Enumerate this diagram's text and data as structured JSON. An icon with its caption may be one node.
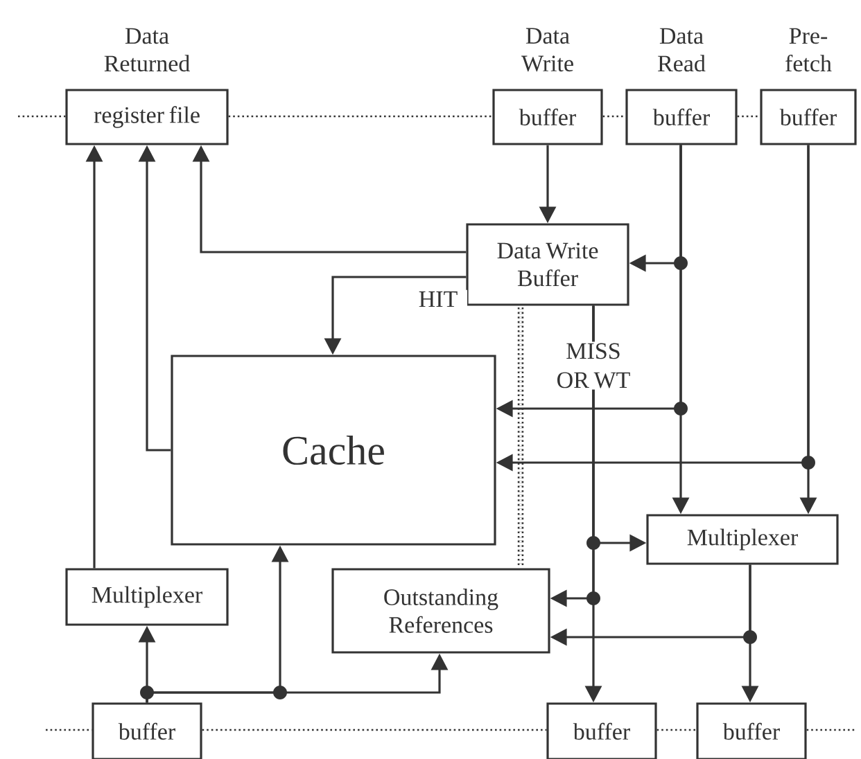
{
  "diagram": {
    "nodes": [
      {
        "text": [
          "Data Returned",
          "register file"
        ]
      },
      {
        "text": [
          "Data Write",
          "buffer"
        ]
      },
      {
        "text": [
          "Data Read",
          "buffer"
        ]
      },
      {
        "text": [
          "Pre-fetch",
          "buffer"
        ]
      },
      {
        "text": [
          "Data Write Buffer"
        ]
      },
      {
        "text": [
          "Cache"
        ]
      },
      {
        "text": [
          "Multiplexer"
        ]
      },
      {
        "text": [
          "Multiplexer"
        ]
      },
      {
        "text": [
          "Outstanding References"
        ]
      },
      {
        "text": [
          "buffer"
        ]
      },
      {
        "text": [
          "buffer"
        ]
      },
      {
        "text": [
          "buffer"
        ]
      }
    ],
    "edges": [
      {
        "from": 1,
        "to": 4,
        "arrow": "to"
      },
      {
        "from": 4,
        "to": 0,
        "arrow": "to"
      },
      {
        "from": 4,
        "to": 5,
        "arrow": "to",
        "label": "HIT"
      },
      {
        "from": 2,
        "to": 4,
        "arrow": "to"
      },
      {
        "from": 2,
        "to": 5,
        "arrow": "to"
      },
      {
        "from": 2,
        "to": 6,
        "arrow": "to"
      },
      {
        "from": 3,
        "to": 5,
        "arrow": "to"
      },
      {
        "from": 3,
        "to": 6,
        "arrow": "to"
      },
      {
        "from": 4,
        "to": 6,
        "arrow": "to",
        "label": "MISS OR WT"
      },
      {
        "from": 4,
        "to": 8,
        "arrow": "to"
      },
      {
        "from": 4,
        "to": 10,
        "arrow": "to"
      },
      {
        "from": 6,
        "to": 8,
        "arrow": "to"
      },
      {
        "from": 6,
        "to": 11,
        "arrow": "to"
      },
      {
        "from": 5,
        "to": 0,
        "arrow": "to"
      },
      {
        "from": 7,
        "to": 0,
        "arrow": "to"
      },
      {
        "from": 9,
        "to": 7,
        "arrow": "to"
      },
      {
        "from": 9,
        "to": 5,
        "arrow": "to"
      },
      {
        "from": 9,
        "to": 8,
        "arrow": "to"
      },
      {
        "from": null,
        "to": 0,
        "arrow": "none",
        "style": "dashed"
      },
      {
        "from": 0,
        "to": 1,
        "arrow": "none",
        "style": "dashed"
      },
      {
        "from": 1,
        "to": 2,
        "arrow": "none",
        "style": "dashed"
      },
      {
        "from": 2,
        "to": 3,
        "arrow": "none",
        "style": "dashed"
      },
      {
        "from": null,
        "to": 9,
        "arrow": "none",
        "style": "dashed"
      },
      {
        "from": 9,
        "to": 10,
        "arrow": "none",
        "style": "dashed"
      },
      {
        "from": 10,
        "to": 11,
        "arrow": "none",
        "style": "dashed"
      },
      {
        "from": 11,
        "to": null,
        "arrow": "none",
        "style": "dashed"
      }
    ]
  }
}
